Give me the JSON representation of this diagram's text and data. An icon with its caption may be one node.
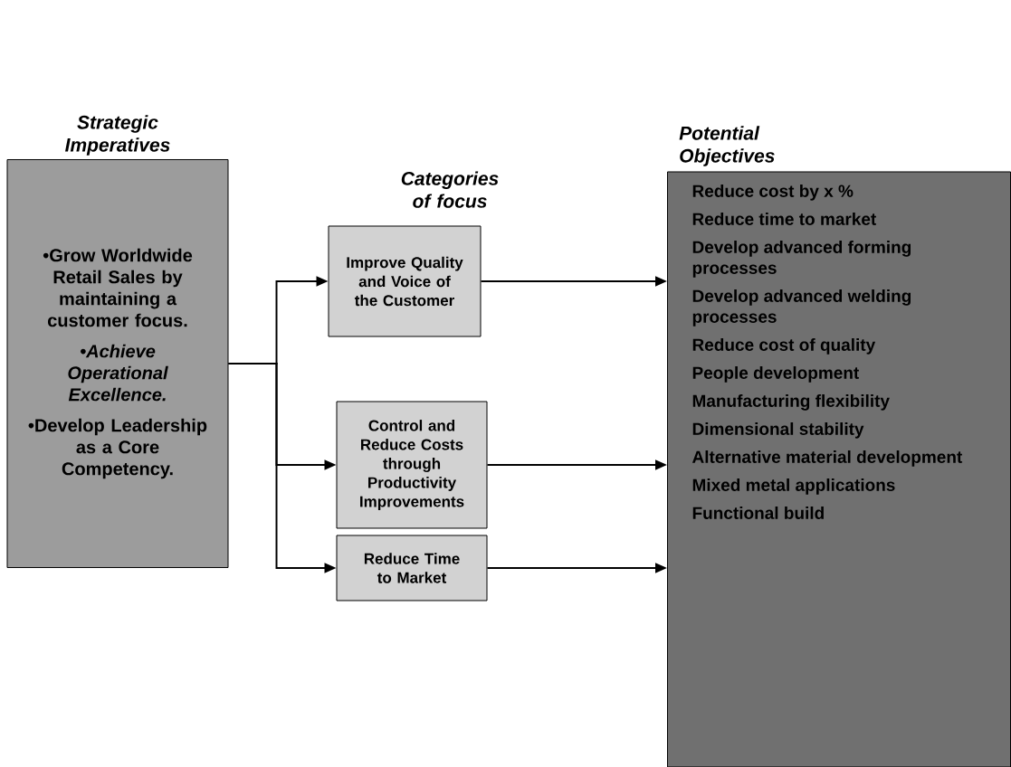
{
  "diagram": {
    "nodes": [
      {
        "text": [
          "Strategic Imperatives",
          "•Grow Worldwide Retail Sales by maintaining a customer focus.",
          "•Achieve Operational Excellence.",
          "•Develop Leadership as a Core Competency."
        ]
      },
      {
        "text": [
          "Improve Quality and Voice of the Customer"
        ]
      },
      {
        "text": [
          "Control and Reduce Costs through Productivity Improvements"
        ]
      },
      {
        "text": [
          "Reduce Time to Market"
        ]
      },
      {
        "text": [
          "Potential Objectives",
          "Reduce cost by x %",
          "Reduce time to market",
          "Develop advanced forming processes",
          "Develop advanced welding processes",
          "Reduce cost of quality",
          "People development",
          "Manufacturing flexibility",
          "Dimensional stability",
          "Alternative material development",
          "Mixed metal applications",
          "Functional build"
        ]
      }
    ],
    "edges": [
      {
        "from": 0,
        "to": 1,
        "arrow": "to"
      },
      {
        "from": 0,
        "to": 2,
        "arrow": "to"
      },
      {
        "from": 0,
        "to": 3,
        "arrow": "to"
      },
      {
        "from": 1,
        "to": 4,
        "arrow": "to"
      },
      {
        "from": 2,
        "to": 4,
        "arrow": "to"
      },
      {
        "from": 3,
        "to": 4,
        "arrow": "to"
      }
    ],
    "labels": [
      "Categories of focus"
    ]
  }
}
